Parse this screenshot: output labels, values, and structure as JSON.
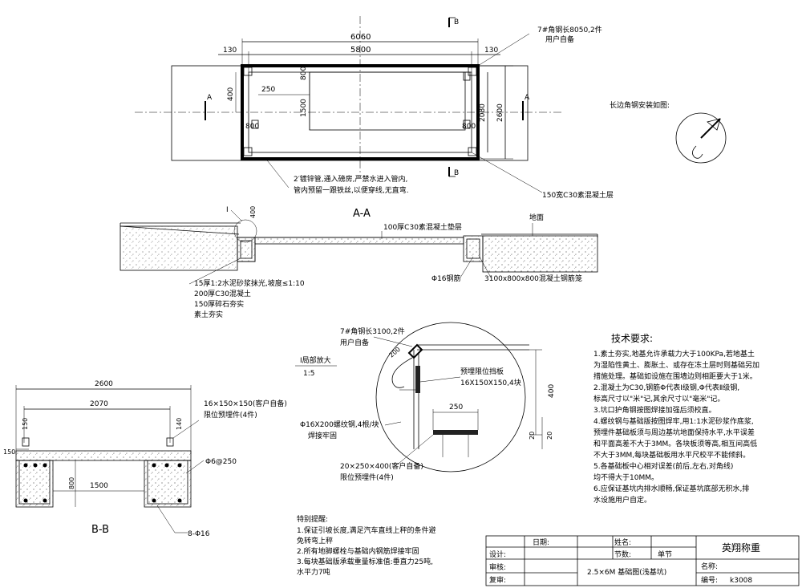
{
  "plan": {
    "label_b_top": "B",
    "label_b_bottom": "B",
    "label_a_left": "A",
    "label_a_right": "A",
    "dim_overall": "6060",
    "dim_inner": "5800",
    "dim_left_130": "130",
    "dim_right_130": "130",
    "dim_400": "400",
    "dim_250": "250",
    "dim_800_a": "800",
    "dim_1500": "1500",
    "dim_800_b": "800",
    "dim_800_c": "800",
    "dim_2080": "2080",
    "dim_2600": "2600",
    "note_angle_1": "7#角钢长8050,2件",
    "note_angle_2": "用户自备",
    "note_pipe_1": "2′镀锌管,通入磅房,严禁水进入管内,",
    "note_pipe_2": "管内预留一跟铁丝,以便穿线,无直弯.",
    "note_concrete": "150宽C30素混凝土层"
  },
  "corner": {
    "title": "长边角钢安装如图:"
  },
  "section_aa": {
    "title": "A-A",
    "label_i": "I",
    "dim_400": "400",
    "note_pad": "100厚C30素混凝土垫层",
    "note_ground": "地面",
    "note_rebar": "Φ16钢筋",
    "note_cage": "3100x800x800混凝土钢筋笼",
    "note_layers": [
      "15厚1:2水泥砂浆抹光,坡度≤1:10",
      "200厚C30混凝土",
      "150厚碎石夯实",
      "素土夯实"
    ]
  },
  "detail": {
    "title": "I局部放大",
    "scale": "1:5",
    "note_angle_1": "7#角钢长3100,2件",
    "note_angle_2": "用户自备",
    "dim_200": "200",
    "note_limit_1": "预埋限位挡板",
    "note_limit_2": "16X150X150,4块",
    "dim_400": "400",
    "dim_250": "250",
    "dim_20a": "20",
    "dim_20b": "20",
    "note_bolt_1": "Φ16X200螺纹钢,4根/块",
    "note_bolt_2": "焊接牢固",
    "note_plate_1": "20×250×400(客户自备)",
    "note_plate_2": "限位预埋件(4件)"
  },
  "section_bb": {
    "title": "B-B",
    "dim_2600": "2600",
    "dim_2070": "2070",
    "dim_150": "150",
    "dim_140": "140",
    "dim_150_left": "150",
    "dim_800": "800",
    "dim_1500": "1500",
    "note_emb_1": "16×150×150(客户自备)",
    "note_emb_2": "限位预埋件(4件)",
    "note_stirrup": "Φ6@250",
    "note_bars": "8-Φ16"
  },
  "tech": {
    "title": "技术要求:",
    "lines": [
      "1.素土夯实,地基允许承载力大于100KPa,若地基土",
      "为湿陷性黄土、膨胀土、或存在冻土层时则基础另加",
      "措施处理。基础如设施在围墙边则相距要大于1米。",
      "2.混凝土为C30,钢筋Φ代表Ⅰ级钢,Φ代表Ⅱ级钢,",
      "标高尺寸以\"米\"记,其余尺寸以\"毫米\"记。",
      "3.坑口护角钢按图焊接加强后须校直。",
      "4.螺纹钢与基础版按图焊牢,用1:1水泥砂浆作底浆,",
      "预埋件基础板须与周边基坑地面保持水平,水平误差",
      "和平面高差不大于3MM。各块板须等高,相互间高低",
      "不大于3MM,每块基础板用水平尺校平不能倾斜。",
      "5.各基础板中心相对误差(前后,左右,对角线)",
      "均不得大于10MM。",
      "6.应保证基坑内排水顺畅,保证基坑底部无积水,排",
      "水设施用户自定。"
    ]
  },
  "special": {
    "title": "特别提醒:",
    "lines": [
      "1.保证引坡长度,满足汽车直线上秤的条件避",
      "免转弯上秤",
      "2.所有地脚螺栓与基础内钢筋焊接牢固",
      "3.每块基础版承载重量标准值:垂直力25吨,",
      "水平力7吨"
    ]
  },
  "titleblock": {
    "date_label": "日期:",
    "name_label": "姓名:",
    "company": "英翔称重",
    "design_label": "设计:",
    "section_label": "节数:",
    "unit": "单节",
    "review_label": "审核:",
    "drawing_name": "2.5×6M 基础图(浅基坑)",
    "material_label": "名称:",
    "recheck_label": "复审:",
    "number_label": "编号:",
    "number_value": "k3008"
  }
}
